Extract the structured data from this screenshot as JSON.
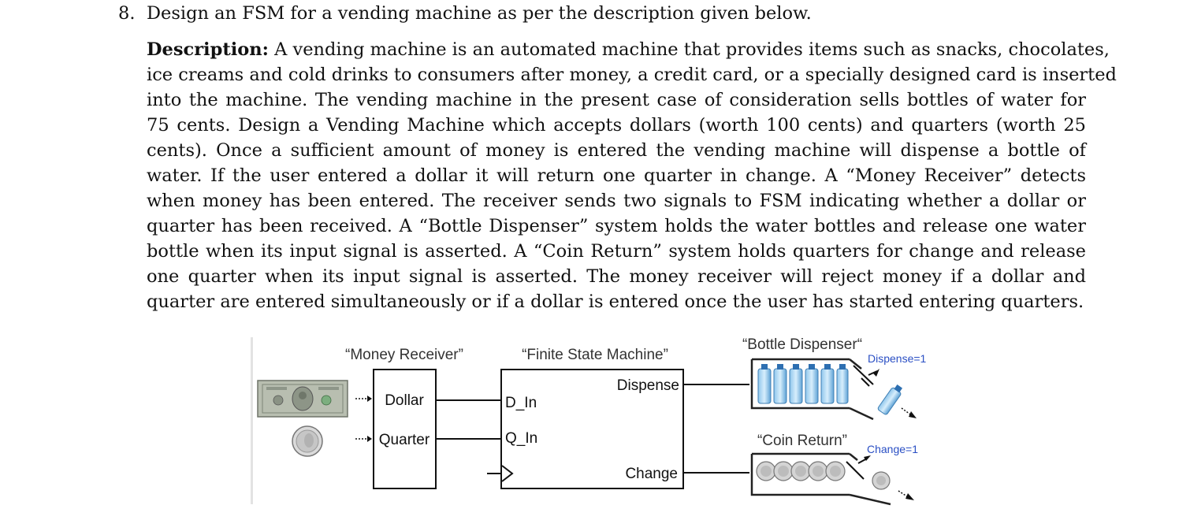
{
  "question": {
    "number": "8.",
    "prompt": "Design an FSM for a vending machine as per the description given below."
  },
  "description": {
    "label": "Description:",
    "lines": [
      "A vending machine is an automated machine that provides items such as snacks, chocolates,",
      "ice creams and cold drinks to consumers after money, a credit card, or a specially designed card is inserted",
      "into the machine.  The vending machine in the present case of consideration sells bottles of water for",
      "75 cents.  Design a Vending Machine which accepts dollars (worth 100 cents) and quarters (worth 25",
      "cents).  Once a sufficient amount of money is entered the vending machine will dispense a bottle of",
      "water.  If the user entered a dollar it will return one quarter in change.  A “Money Receiver” detects",
      "when money has been entered.  The receiver sends two signals to FSM indicating whether a dollar or",
      "quarter has been received.  A “Bottle Dispenser” system holds the water bottles and release one water",
      "bottle when its input signal is asserted.  A “Coin Return” system holds quarters for change and release",
      "one quarter when its input signal is asserted.  The money receiver will reject money if a dollar and",
      "quarter are entered simultaneously or if a dollar is entered once the user has started entering quarters."
    ]
  },
  "diagram": {
    "money_receiver_title": "“Money Receiver”",
    "fsm_title": "“Finite State Machine”",
    "bottle_dispenser_title": "“Bottle Dispenser“",
    "coin_return_title": "“Coin Return”",
    "dollar_label": "Dollar",
    "quarter_label": "Quarter",
    "d_in_label": "D_In",
    "q_in_label": "Q_In",
    "dispense_label": "Dispense",
    "change_label": "Change",
    "dispense_signal": "Dispense=1",
    "change_signal": "Change=1",
    "signal_color": "#2a4fc4",
    "line_color": "#111111"
  }
}
